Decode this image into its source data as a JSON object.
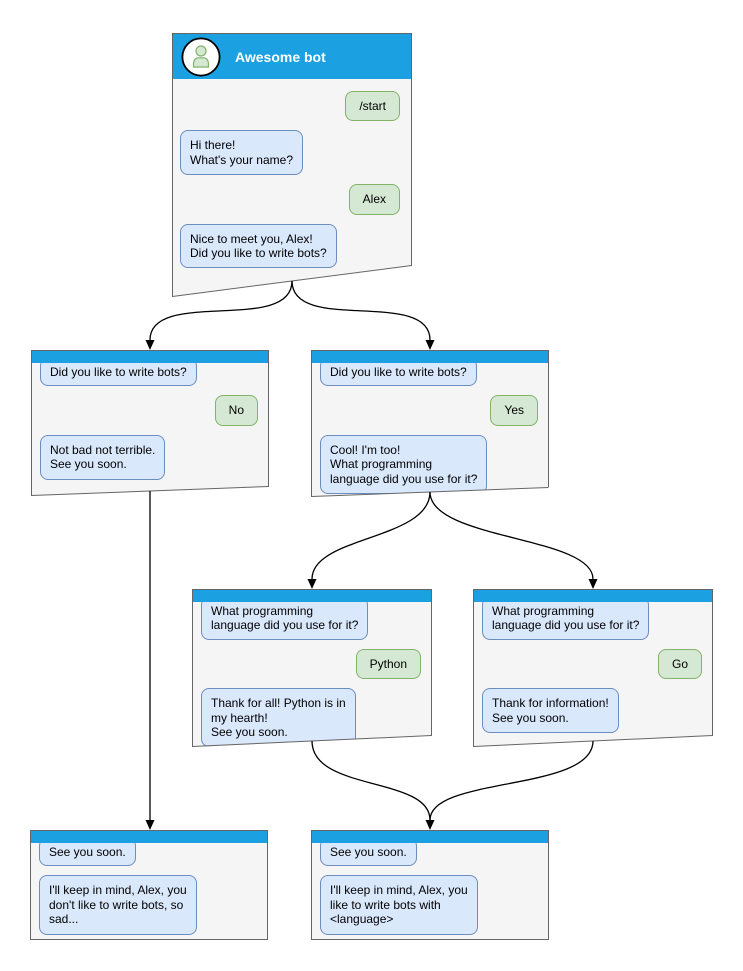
{
  "colors": {
    "header_blue": "#1BA1E2",
    "window_bg": "#F5F5F5",
    "window_border": "#666666",
    "bot_bubble_fill": "#DAE8FC",
    "bot_bubble_border": "#6C8EBF",
    "user_bubble_fill": "#D5E8D4",
    "user_bubble_border": "#82B366",
    "title_text": "#FFFFFF",
    "arrow": "#000000"
  },
  "bot": {
    "name": "Awesome bot",
    "avatar_icon": "person-icon"
  },
  "windows": {
    "start": {
      "title": "Awesome bot",
      "messages": [
        {
          "from": "user",
          "text": "/start"
        },
        {
          "from": "bot",
          "text": "Hi there!\nWhat's your name?"
        },
        {
          "from": "user",
          "text": "Alex"
        },
        {
          "from": "bot",
          "text": "Nice to meet you, Alex!\nDid you like to write bots?"
        }
      ]
    },
    "no_branch": {
      "messages": [
        {
          "from": "bot",
          "text": "Did you like to write bots?"
        },
        {
          "from": "user",
          "text": "No"
        },
        {
          "from": "bot",
          "text": "Not bad not terrible.\nSee you soon."
        }
      ]
    },
    "yes_branch": {
      "messages": [
        {
          "from": "bot",
          "text": "Did you like to write bots?"
        },
        {
          "from": "user",
          "text": "Yes"
        },
        {
          "from": "bot",
          "text": "Cool! I'm too!\nWhat programming\nlanguage did you use for it?"
        }
      ]
    },
    "python_branch": {
      "messages": [
        {
          "from": "bot",
          "text": "What programming\nlanguage did you use for it?"
        },
        {
          "from": "user",
          "text": "Python"
        },
        {
          "from": "bot",
          "text": "Thank for all! Python is in\nmy hearth!\nSee you soon."
        }
      ]
    },
    "go_branch": {
      "messages": [
        {
          "from": "bot",
          "text": "What programming\nlanguage did you use for it?"
        },
        {
          "from": "user",
          "text": "Go"
        },
        {
          "from": "bot",
          "text": "Thank for information!\nSee you soon."
        }
      ]
    },
    "end_no": {
      "messages": [
        {
          "from": "bot",
          "text": "See you soon."
        },
        {
          "from": "bot",
          "text": "I'll keep in mind, Alex, you\ndon't like to write bots, so\nsad..."
        }
      ]
    },
    "end_yes": {
      "messages": [
        {
          "from": "bot",
          "text": "See you soon."
        },
        {
          "from": "bot",
          "text": "I'll keep in mind, Alex, you\nlike to write bots with\n<language>"
        }
      ]
    }
  }
}
